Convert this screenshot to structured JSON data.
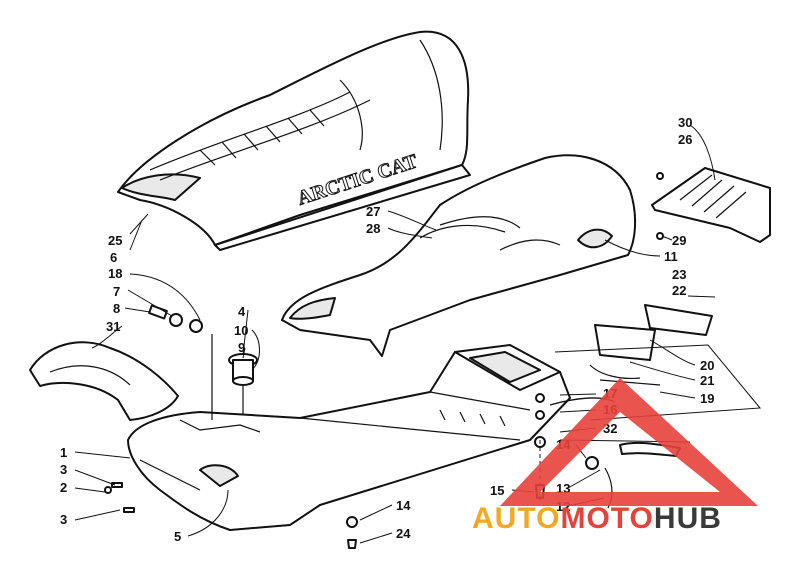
{
  "diagram": {
    "seat_logo_text": "ARCTIC CAT",
    "part_labels": [
      "1",
      "2",
      "3",
      "3",
      "4",
      "5",
      "6",
      "7",
      "8",
      "9",
      "10",
      "11",
      "12",
      "13",
      "14",
      "14",
      "15",
      "16",
      "17",
      "18",
      "19",
      "20",
      "21",
      "22",
      "23",
      "24",
      "25",
      "26",
      "27",
      "28",
      "29",
      "30",
      "31",
      "32"
    ]
  },
  "watermark": {
    "word_auto": "AUTO",
    "word_moto": "MOTO",
    "word_hub": "HUB",
    "color_orange": "#f5a623",
    "color_red": "#e8413b",
    "color_dark": "#3a3a3a"
  }
}
